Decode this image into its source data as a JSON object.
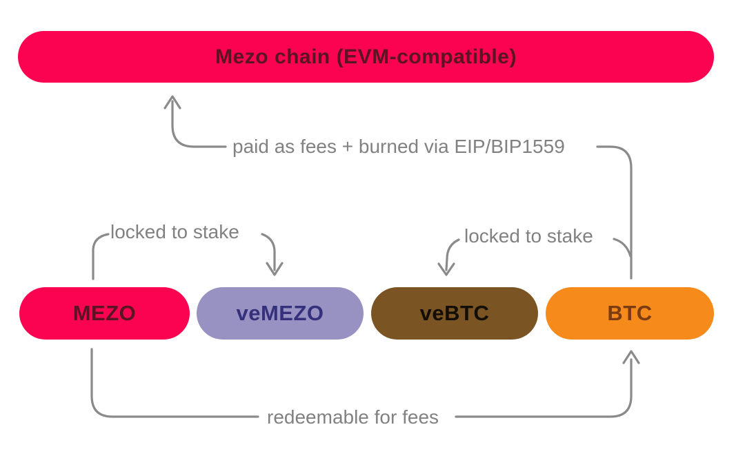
{
  "diagram": {
    "background": "#ffffff",
    "arrow_color": "#8a8a8a",
    "label_color": "#818181",
    "chain_node": {
      "label": "Mezo chain (EVM-compatible)",
      "bg": "#fb0350",
      "text_color": "#5a1422"
    },
    "tokens": [
      {
        "id": "mezo",
        "label": "MEZO",
        "bg": "#fb0350",
        "text_color": "#5a1422"
      },
      {
        "id": "vemezo",
        "label": "veMEZO",
        "bg": "#9792c2",
        "text_color": "#35307c"
      },
      {
        "id": "vebtc",
        "label": "veBTC",
        "bg": "#7a5422",
        "text_color": "#120d05"
      },
      {
        "id": "btc",
        "label": "BTC",
        "bg": "#f68b1c",
        "text_color": "#7c3b10"
      }
    ],
    "edge_labels": [
      {
        "id": "fees-burn",
        "text": "paid as fees + burned via EIP/BIP1559"
      },
      {
        "id": "locked-left",
        "text": "locked to stake"
      },
      {
        "id": "locked-right",
        "text": "locked to stake"
      },
      {
        "id": "redeem",
        "text": "redeemable for fees"
      }
    ]
  }
}
